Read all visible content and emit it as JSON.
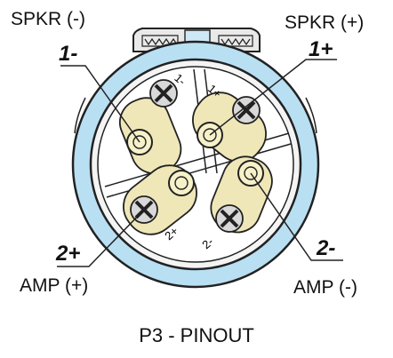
{
  "labels": {
    "spkr_minus": "SPKR (-)",
    "spkr_plus": "SPKR (+)",
    "amp_plus": "AMP (+)",
    "amp_minus": "AMP (-)"
  },
  "pins": {
    "p1_minus": "1-",
    "p1_plus": "1+",
    "p2_plus": "2+",
    "p2_minus": "2-"
  },
  "engraved": {
    "e1_minus": "1-",
    "e1_plus": "1+",
    "e2_plus": "2+",
    "e2_minus": "2-"
  },
  "caption": "P3 - PINOUT",
  "colors": {
    "ring": "#b9dff3",
    "contact": "#efe7b8",
    "screw": "#d9d9d9",
    "line": "#222222"
  }
}
